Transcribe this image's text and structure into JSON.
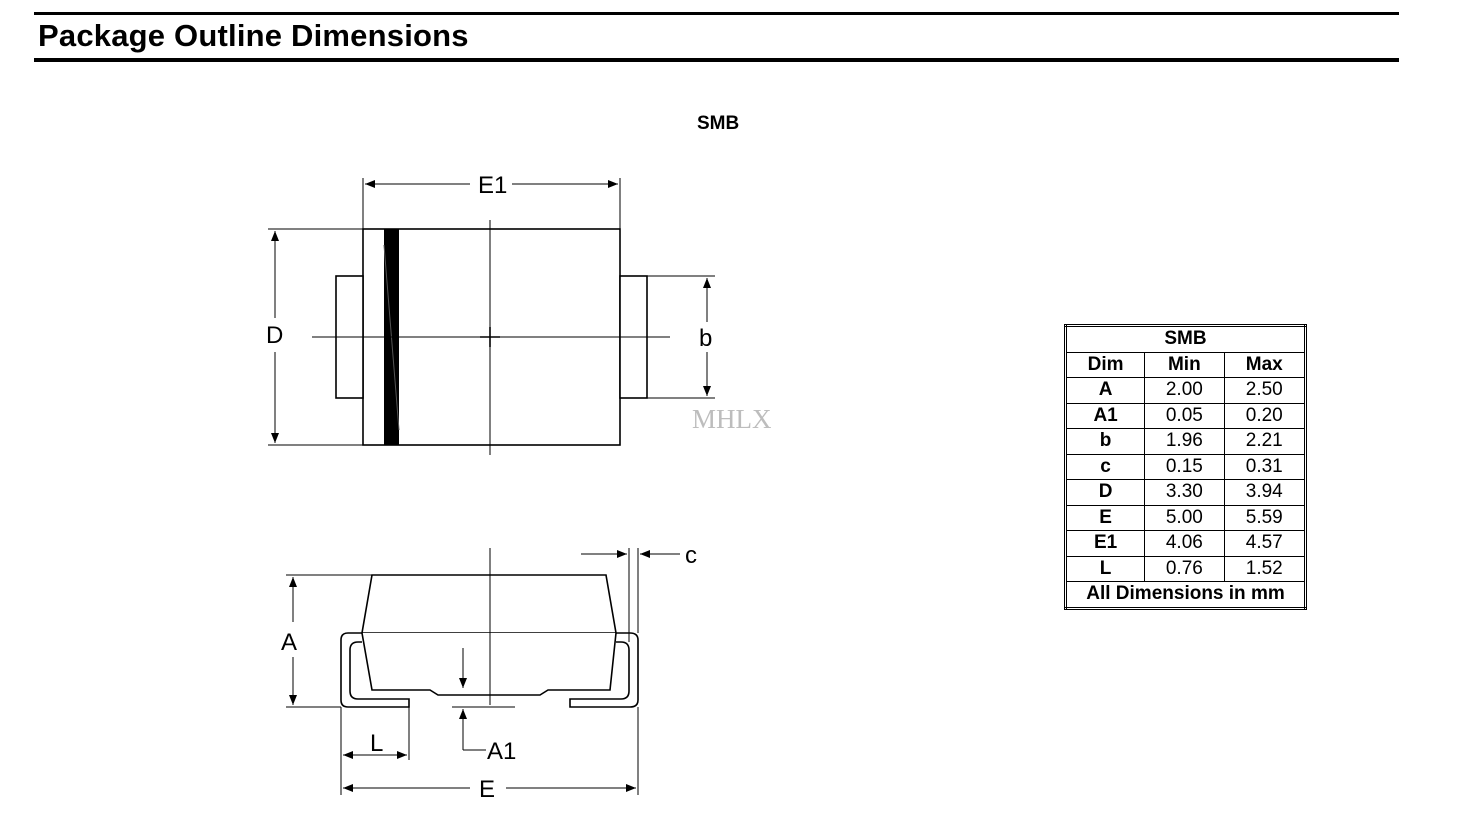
{
  "title": "Package Outline Dimensions",
  "package": "SMB",
  "watermark": "MHLX",
  "labels": {
    "E1": "E1",
    "D": "D",
    "b": "b",
    "A": "A",
    "A1": "A1",
    "c": "c",
    "L": "L",
    "E": "E"
  },
  "table": {
    "title": "SMB",
    "headers": [
      "Dim",
      "Min",
      "Max"
    ],
    "rows": [
      {
        "dim": "A",
        "min": "2.00",
        "max": "2.50"
      },
      {
        "dim": "A1",
        "min": "0.05",
        "max": "0.20"
      },
      {
        "dim": "b",
        "min": "1.96",
        "max": "2.21"
      },
      {
        "dim": "c",
        "min": "0.15",
        "max": "0.31"
      },
      {
        "dim": "D",
        "min": "3.30",
        "max": "3.94"
      },
      {
        "dim": "E",
        "min": "5.00",
        "max": "5.59"
      },
      {
        "dim": "E1",
        "min": "4.06",
        "max": "4.57"
      },
      {
        "dim": "L",
        "min": "0.76",
        "max": "1.52"
      }
    ],
    "footer": "All Dimensions in mm"
  }
}
